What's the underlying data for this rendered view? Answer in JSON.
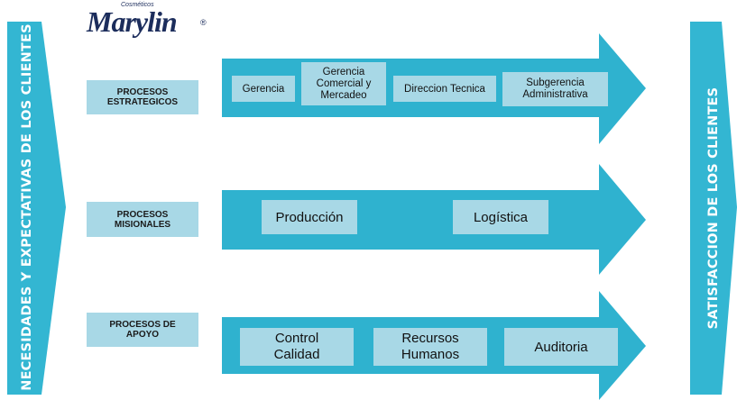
{
  "logo": {
    "brand": "Marylin",
    "prefix": "Cosméticos",
    "registered": "®"
  },
  "left_banner": "NECESIDADES Y EXPECTATIVAS DE LOS CLIENTES",
  "right_banner": "SATISFACCION DE LOS CLIENTES",
  "rows": [
    {
      "label": "PROCESOS\nESTRATEGICOS",
      "items": [
        "Gerencia",
        "Gerencia\nComercial y\nMercadeo",
        "Direccion Tecnica",
        "Subgerencia\nAdministrativa"
      ]
    },
    {
      "label": "PROCESOS\nMISIONALES",
      "items": [
        "Producción",
        "Logística"
      ]
    },
    {
      "label": "PROCESOS DE\nAPOYO",
      "items": [
        "Control\nCalidad",
        "Recursos\nHumanos",
        "Auditoria"
      ]
    }
  ],
  "colors": {
    "arrow": "#2fb2cf",
    "box": "#a8d8e6",
    "banner": "#33b6d2"
  }
}
